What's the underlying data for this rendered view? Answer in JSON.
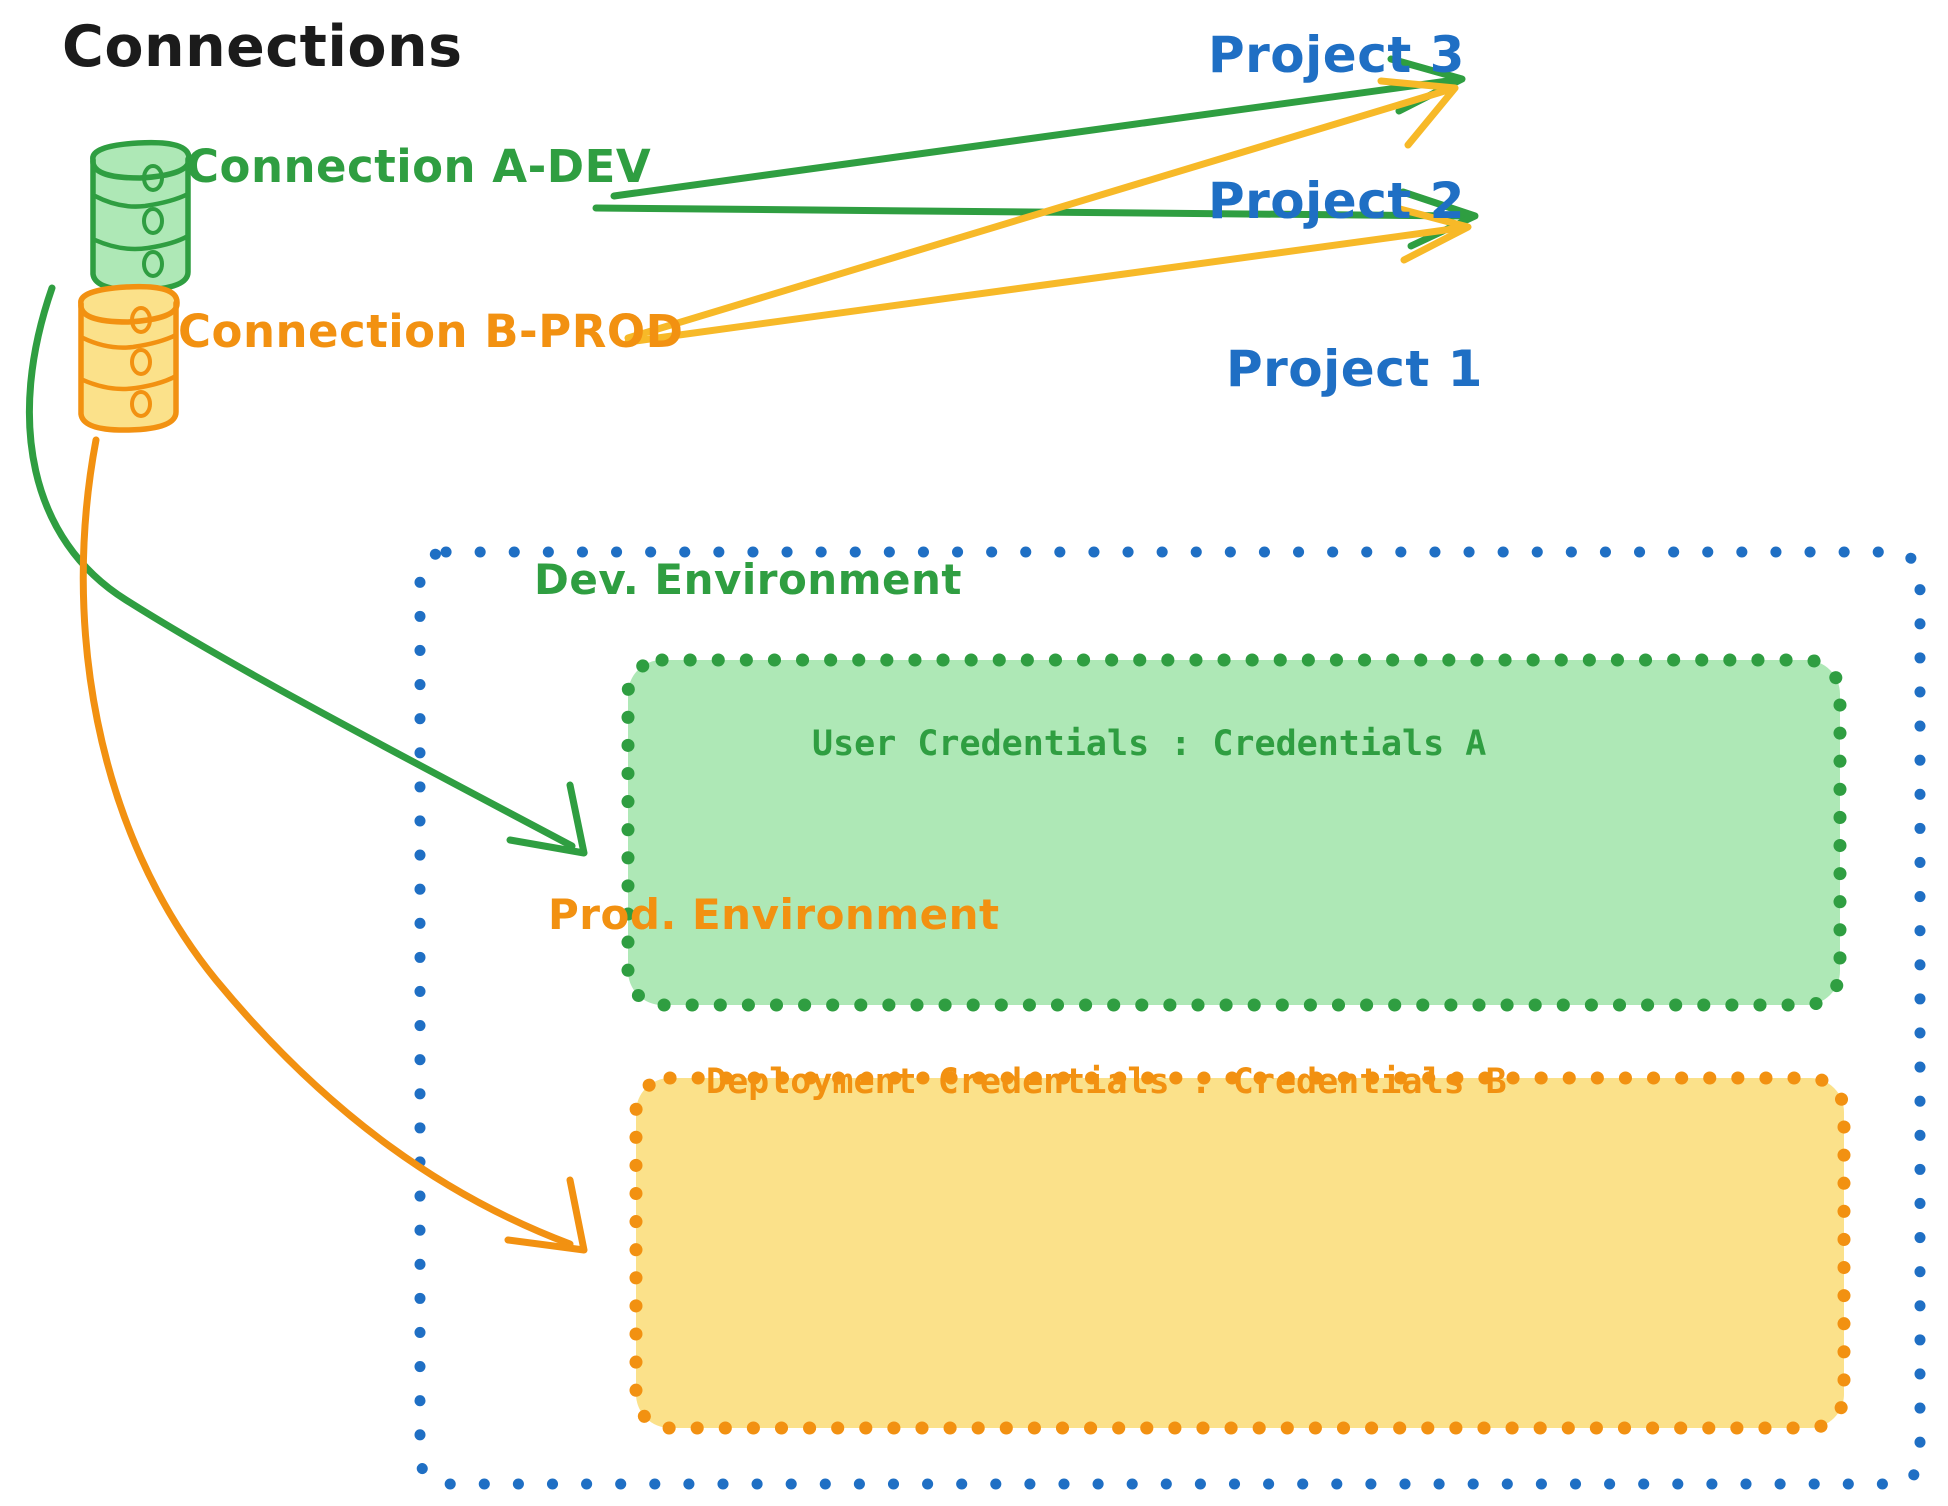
{
  "diagram": {
    "title": "Connections",
    "connections": [
      {
        "id": "connection-a-dev",
        "label": "Connection A-DEV",
        "color": "#2f9e41",
        "icon": "database-cylinder-icon",
        "targets": [
          "Project 3",
          "Project 2",
          "Dev. Environment"
        ]
      },
      {
        "id": "connection-b-prod",
        "label": "Connection B-PROD",
        "color": "#f29111",
        "icon": "database-cylinder-icon",
        "targets": [
          "Project 3",
          "Project 2",
          "Prod. Environment"
        ]
      }
    ],
    "projects": [
      {
        "id": "project-3",
        "label": "Project 3",
        "color": "#1f6fc4"
      },
      {
        "id": "project-2",
        "label": "Project 2",
        "color": "#1f6fc4"
      },
      {
        "id": "project-1",
        "label": "Project 1",
        "color": "#1f6fc4"
      }
    ],
    "project_container": {
      "label": "Project 1",
      "border_color": "#1f6fc4",
      "border_style": "dotted"
    },
    "environments": [
      {
        "id": "dev-environment",
        "title": "Dev. Environment",
        "credential_label": "User Credentials",
        "credential_separator": ":",
        "credential_value": "Credentials A",
        "credential_line": "User Credentials : Credentials A",
        "fill_color": "#aee8b6",
        "border_color": "#2f9e41",
        "text_color": "#2f9e41"
      },
      {
        "id": "prod-environment",
        "title": "Prod. Environment",
        "credential_label": "Deployment Credentials",
        "credential_separator": ":",
        "credential_value": "Credentials B",
        "credential_line": "Deployment Credentials : Credentials B",
        "fill_color": "#fbe18a",
        "border_color": "#f29111",
        "text_color": "#f29111"
      }
    ],
    "colors": {
      "green": "#2f9e41",
      "green_fill": "#aee8b6",
      "orange": "#f29111",
      "orange_fill": "#fbe18a",
      "blue": "#1f6fc4",
      "amber_arrow": "#f7b928",
      "black": "#1b1b1b",
      "background": "#ffffff"
    }
  }
}
